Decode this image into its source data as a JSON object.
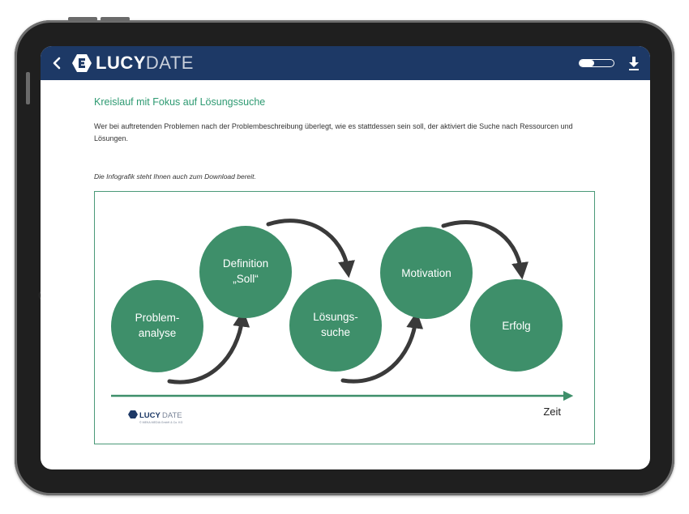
{
  "app": {
    "logo_lucy": "LUCY",
    "logo_date": "DATE",
    "colors": {
      "appbar": "#1d3966",
      "accent": "#2e9a72",
      "circle": "#3e8f6a"
    }
  },
  "content": {
    "heading": "Kreislauf mit Fokus auf Lösungssuche",
    "intro": "Wer bei auftretenden Problemen nach der Problembeschreibung überlegt, wie es stattdessen sein soll, der aktiviert die Suche nach Ressourcen und Lösungen.",
    "note": "Die Infografik steht Ihnen auch zum Download bereit."
  },
  "infographic": {
    "circles": [
      {
        "line1": "Problem-",
        "line2": "analyse"
      },
      {
        "line1": "Definition",
        "line2": "„Soll“"
      },
      {
        "line1": "Lösungs-",
        "line2": "suche"
      },
      {
        "line1": "Motivation",
        "line2": ""
      },
      {
        "line1": "Erfolg",
        "line2": ""
      }
    ],
    "axis_label": "Zeit",
    "footer_logo_lucy": "LUCY",
    "footer_logo_date": "DATE",
    "footer_copyright": "© MEKA MEDIA GmbH & Co. KG"
  }
}
